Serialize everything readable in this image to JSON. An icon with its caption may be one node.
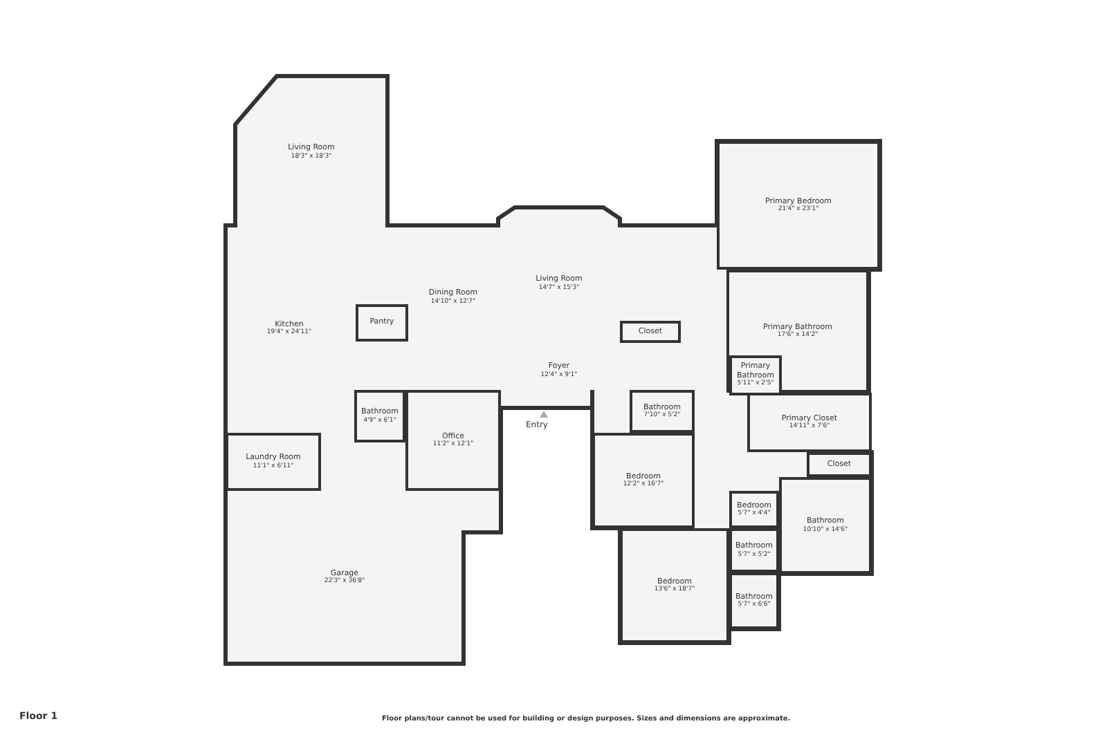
{
  "diagram": {
    "nodes": [
      {
        "text": [
          "Living Room",
          "18'3\" x 18'3\""
        ]
      },
      {
        "text": [
          "Primary Bedroom",
          "21'4\" x 23'1\""
        ]
      },
      {
        "text": [
          "Dining Room",
          "14'10\" x 12'7\""
        ]
      },
      {
        "text": [
          "Living Room",
          "14'7\" x 15'3\""
        ]
      },
      {
        "text": [
          "Kitchen",
          "19'4\" x 24'11\""
        ]
      },
      {
        "text": [
          "Pantry"
        ]
      },
      {
        "text": [
          "Closet"
        ]
      },
      {
        "text": [
          "Primary Bathroom",
          "17'6\" x 14'2\""
        ]
      },
      {
        "text": [
          "Primary Bathroom",
          "5'11\" x 2'5\""
        ],
        "in": 7
      },
      {
        "text": [
          "Foyer",
          "12'4\" x 9'1\""
        ]
      },
      {
        "text": [
          "Bathroom",
          "4'9\" x 6'1\""
        ]
      },
      {
        "text": [
          "Office",
          "11'2\" x 12'1\""
        ]
      },
      {
        "text": [
          "Bathroom",
          "7'10\" x 5'2\""
        ]
      },
      {
        "text": [
          "Primary Closet",
          "14'11\" x 7'6\""
        ]
      },
      {
        "text": [
          "Laundry Room",
          "11'1\" x 6'11\""
        ]
      },
      {
        "text": [
          "Bedroom",
          "12'2\" x 16'7\""
        ]
      },
      {
        "text": [
          "Closet"
        ]
      },
      {
        "text": [
          "Bedroom",
          "5'7\" x 4'4\""
        ]
      },
      {
        "text": [
          "Bathroom",
          "10'10\" x 14'6\""
        ]
      },
      {
        "text": [
          "Bathroom",
          "5'7\" x 5'2\""
        ]
      },
      {
        "text": [
          "Garage",
          "22'3\" x 36'8\""
        ]
      },
      {
        "text": [
          "Bedroom",
          "13'6\" x 18'7\""
        ]
      },
      {
        "text": [
          "Bathroom",
          "5'7\" x 6'6\""
        ]
      }
    ],
    "labels": [
      "Entry",
      "Floor 1",
      "Floor plans/tour cannot be used for building or design purposes. Sizes and dimensions are approximate."
    ]
  }
}
